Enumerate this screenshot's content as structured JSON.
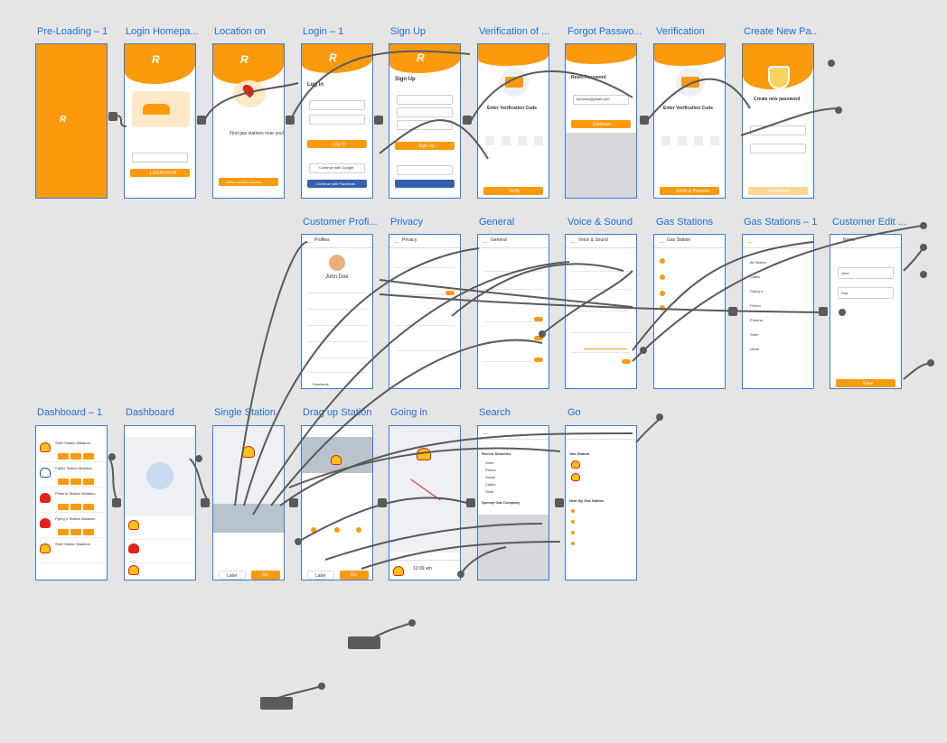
{
  "artboards": [
    {
      "id": "preloading",
      "title": "Pre-Loading – 1"
    },
    {
      "id": "login-home",
      "title": "Login Homepa..."
    },
    {
      "id": "location",
      "title": "Location on"
    },
    {
      "id": "login",
      "title": "Login – 1"
    },
    {
      "id": "signup",
      "title": "Sign Up"
    },
    {
      "id": "verification-of",
      "title": "Verification of ..."
    },
    {
      "id": "forgot",
      "title": "Forgot Passwo..."
    },
    {
      "id": "verification",
      "title": "Verification"
    },
    {
      "id": "create-new",
      "title": "Create New Pa..."
    },
    {
      "id": "customer-profile",
      "title": "Customer Profi..."
    },
    {
      "id": "privacy",
      "title": "Privacy"
    },
    {
      "id": "general",
      "title": "General"
    },
    {
      "id": "voice",
      "title": "Voice & Sound"
    },
    {
      "id": "gas-stations",
      "title": "Gas Stations"
    },
    {
      "id": "gas-stations-1",
      "title": "Gas Stations – 1"
    },
    {
      "id": "customer-edit",
      "title": "Customer Edit ..."
    },
    {
      "id": "dashboard-1",
      "title": "Dashboard – 1"
    },
    {
      "id": "dashboard",
      "title": "Dashboard"
    },
    {
      "id": "single-station",
      "title": "Single  Station"
    },
    {
      "id": "drag-up",
      "title": "Drag up Station"
    },
    {
      "id": "going-in",
      "title": "Going in"
    },
    {
      "id": "search",
      "title": "Search"
    },
    {
      "id": "go",
      "title": "Go"
    }
  ],
  "screens": {
    "login_home": {
      "btn": "LOGIN NOW"
    },
    "location": {
      "heading": "Find gas stations near you!",
      "btn": "Allow Location Access"
    },
    "login": {
      "heading": "Log in",
      "btn": "Log In",
      "google": "Continue with Google",
      "facebook": "Continue with Facebook"
    },
    "signup": {
      "heading": "Sign Up",
      "btn": "Sign Up"
    },
    "verification_of": {
      "heading": "Enter Verification Code",
      "btn": "Verify"
    },
    "forgot": {
      "heading": "Reset Password",
      "email": "Johndoe@gmail.com",
      "btn": "Continue"
    },
    "verification": {
      "heading": "Enter Verification Code",
      "btn": "Verify & Proceed"
    },
    "create_new": {
      "heading": "Create new password",
      "btn": "Confirmed"
    },
    "profile": {
      "header": "Profiles",
      "name": "John Doe",
      "link": "Facebook"
    },
    "privacy": {
      "header": "Privacy"
    },
    "general": {
      "header": "General"
    },
    "voice": {
      "header": "Voice & Sound"
    },
    "gas_stations": {
      "header": "Gas Station"
    },
    "gas_stations_1": {
      "items": [
        "All Station",
        "Caltex",
        "Flying V",
        "Petron",
        "Phoenix",
        "Shell",
        "Unioil"
      ]
    },
    "customer_edit": {
      "header": "Name",
      "first": "John",
      "last": "Doe",
      "btn": "Save"
    },
    "single_station": {
      "later": "Later",
      "go": "Go"
    },
    "drag_up": {
      "later": "Later",
      "go": "Go"
    },
    "going_in": {
      "time": "12:09 am"
    },
    "search": {
      "recent": "Recent Searches",
      "speedy": "Speedy Gas Company",
      "items": [
        "Shell",
        "Petron",
        "Seaoil",
        "Caltex",
        "Shell"
      ]
    },
    "go": {
      "gas": "Gas Station",
      "nearby": "Near By Gas Station"
    },
    "dashboard_1": {
      "stations": [
        "Shell Station Malabon",
        "Caltex Station Malabon",
        "Phoenix Station Malabon",
        "Flying V Station Malabon",
        "Shell Station Malabon"
      ]
    }
  },
  "colors": {
    "accent": "#fb9a0c",
    "title_blue": "#1e6fd9",
    "frame_border": "#3a7bd5",
    "canvas": "#e5e5e5",
    "wire": "#5a5a5a",
    "facebook": "#3460b0"
  }
}
